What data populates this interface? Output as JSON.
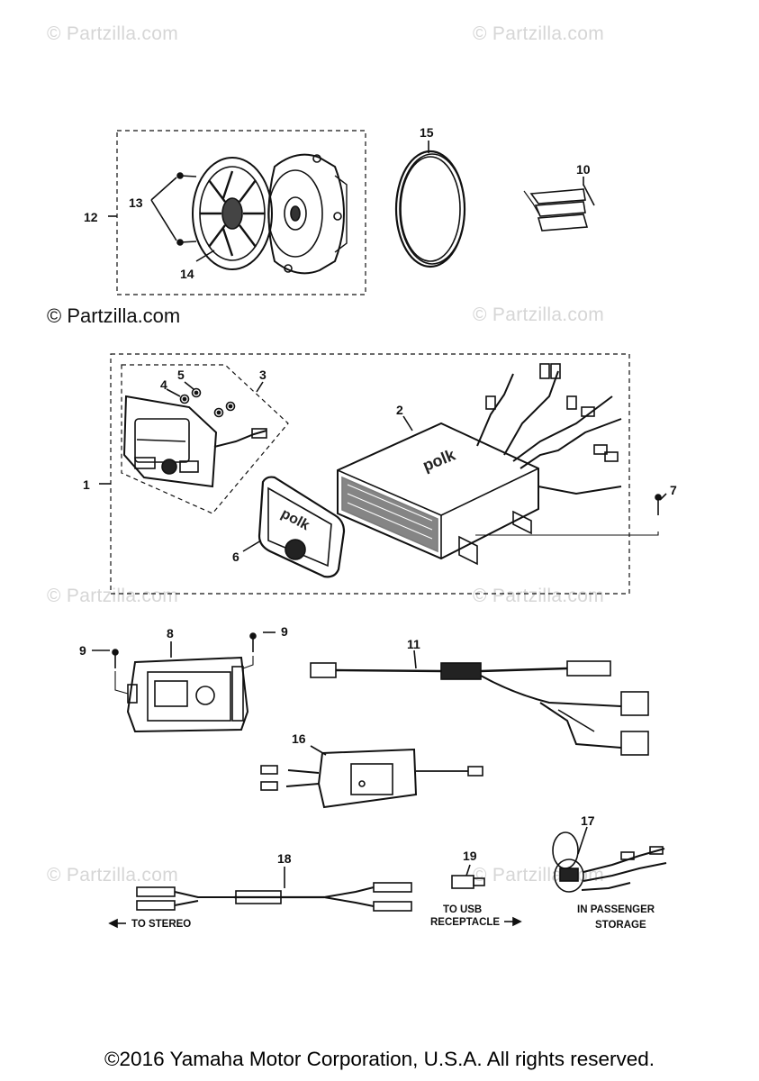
{
  "watermarks": {
    "light": "© Partzilla.com",
    "dark": "© Partzilla.com"
  },
  "callouts": {
    "c1": "1",
    "c2": "2",
    "c3": "3",
    "c4": "4",
    "c5": "5",
    "c6": "6",
    "c7": "7",
    "c8": "8",
    "c9a": "9",
    "c9b": "9",
    "c10": "10",
    "c11": "11",
    "c12": "12",
    "c13": "13",
    "c14": "14",
    "c15": "15",
    "c16": "16",
    "c17": "17",
    "c18": "18",
    "c19": "19"
  },
  "notes": {
    "to_stereo": "TO STEREO",
    "to_usb_line1": "TO USB",
    "to_usb_line2": "RECEPTACLE",
    "passenger_line1": "IN PASSENGER",
    "passenger_line2": "STORAGE"
  },
  "brand_marks": {
    "amp_logo": "polk",
    "cover_logo": "polk"
  },
  "copyright": "©2016 Yamaha Motor Corporation, U.S.A. All rights reserved."
}
